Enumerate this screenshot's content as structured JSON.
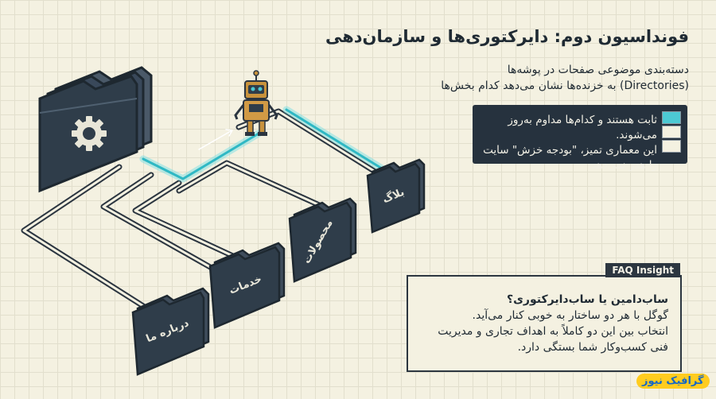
{
  "title": "فونداسیون دوم: دایرکتوری‌ها و سازمان‌دهی",
  "subtitle": {
    "line1": "دسته‌بندی موضوعی صفحات در پوشه‌ها",
    "line2": "(Directories) به خزنده‌ها نشان می‌دهد کدام بخش‌ها"
  },
  "note": {
    "line1": "ثابت هستند و کدام‌ها مداوم به‌روز می‌شوند.",
    "line2": "این معماری تمیز، \"بودجه خزش\" سایت",
    "line3": "را هدر نمی‌دهد."
  },
  "folders": {
    "blog": "بلاگ",
    "products": "محصولات",
    "services": "خدمات",
    "about": "درباره ما"
  },
  "faq": {
    "tag": "FAQ Insight",
    "question": "ساب‌دامین یا ساب‌دایرکتوری؟",
    "line1": "گوگل با هر دو ساختار به خوبی کنار می‌آید.",
    "line2": "انتخاب بین این دو کاملاً به اهداف تجاری و مدیریت",
    "line3": "فنی کسب‌وکار شما بستگی دارد."
  },
  "icons": [
    "gear-icon",
    "robot-icon",
    "question-mark-icon",
    "folder-icon"
  ],
  "colors": {
    "accent": "#4cc9d3",
    "folder": "#2f3d4a",
    "dark": "#26323e",
    "gold": "#c8923c",
    "background": "#f4f1e1"
  },
  "logo": "گرافیک نیوز"
}
